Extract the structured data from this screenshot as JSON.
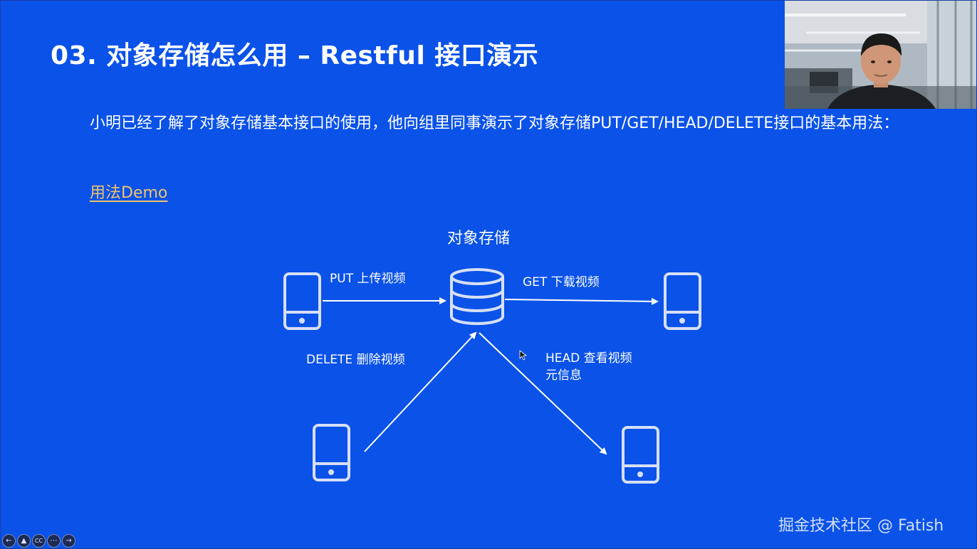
{
  "slide": {
    "title": "03. 对象存储怎么用 – Restful 接口演示",
    "intro": "小明已经了解了对象存储基本接口的使用，他向组里同事演示了对象存储PUT/GET/HEAD/DELETE接口的基本用法：",
    "demo_link": "用法Demo"
  },
  "diagram": {
    "title": "对象存储",
    "put_label": "PUT 上传视频",
    "get_label": "GET 下载视频",
    "delete_label": "DELETE 删除视频",
    "head_label_line1": "HEAD 查看视频",
    "head_label_line2": "元信息"
  },
  "watermark": "掘金技术社区 @ Fatish",
  "player_controls": [
    {
      "icon": "back-icon",
      "glyph": "←"
    },
    {
      "icon": "pointer-icon",
      "glyph": "▲"
    },
    {
      "icon": "captions-icon",
      "glyph": "CC"
    },
    {
      "icon": "more-icon",
      "glyph": "⋯"
    },
    {
      "icon": "forward-icon",
      "glyph": "→"
    }
  ],
  "colors": {
    "background": "#0a52e8",
    "text": "#ffffff",
    "link": "#f2c46a",
    "diagram_stroke": "#d7dff5"
  }
}
